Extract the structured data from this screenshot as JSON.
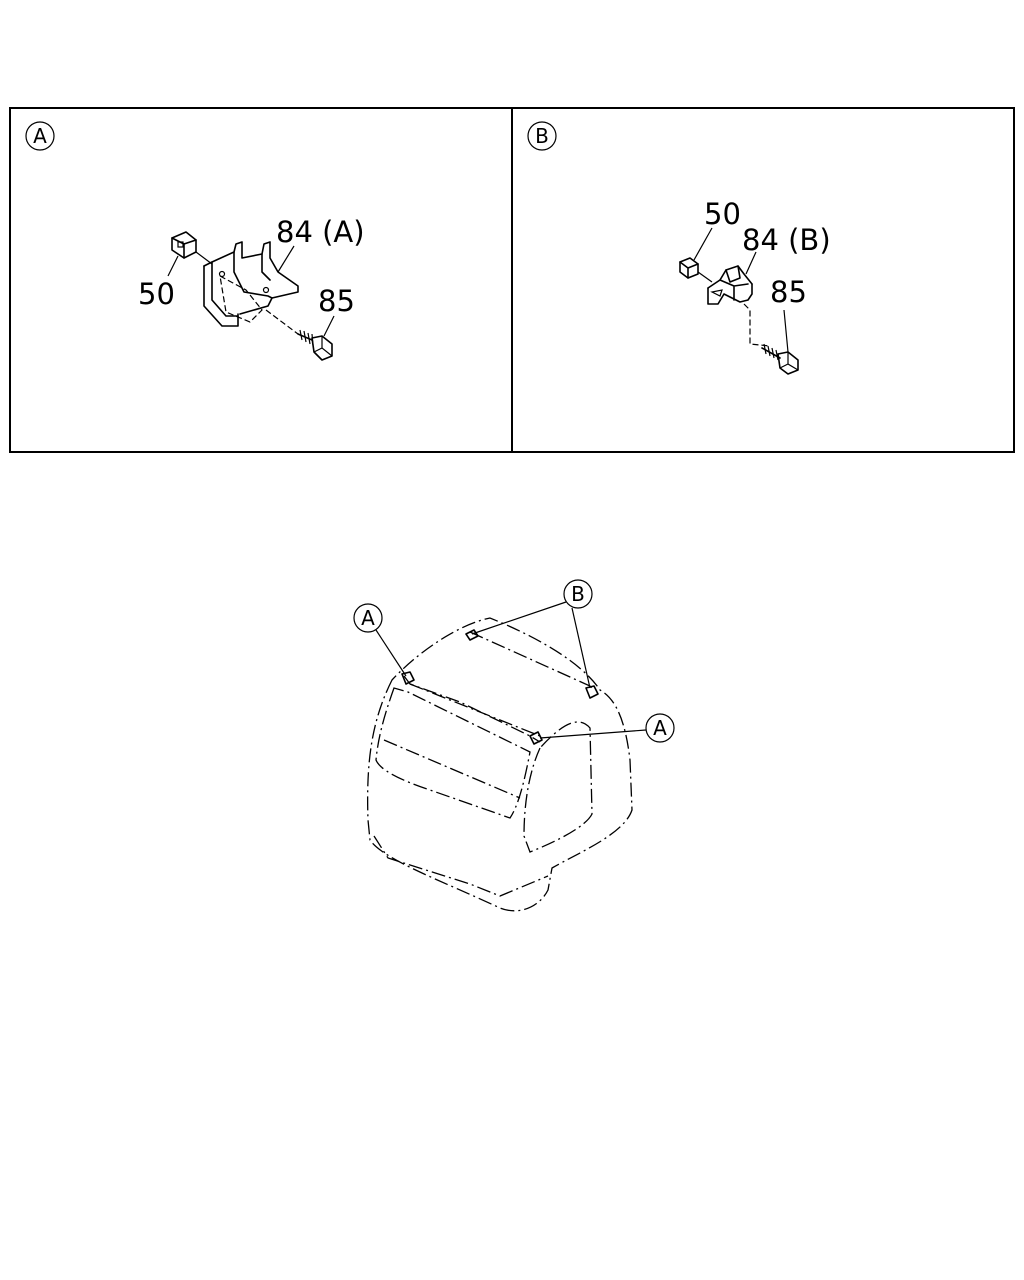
{
  "panel_a": {
    "badge": "A",
    "callouts": {
      "clip": "50",
      "bracket": "84 (A)",
      "screw": "85"
    }
  },
  "panel_b": {
    "badge": "B",
    "callouts": {
      "clip": "50",
      "bracket": "84 (B)",
      "screw": "85"
    }
  },
  "vehicle": {
    "location_badges": {
      "a_left": "A",
      "b_top": "B",
      "a_right": "A"
    }
  }
}
